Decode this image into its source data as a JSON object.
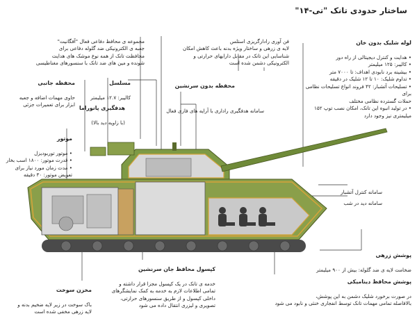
{
  "title": "ساختار حدودی تانک \"تی-۱۴\"",
  "colors": {
    "hull": "#8a9f4a",
    "hull_dark": "#5a6b2c",
    "turret": "#7e9a45",
    "capsule": "#c8c8c8",
    "armor_line": "#d6a43a",
    "crew": "#3a3a3a"
  },
  "callouts": {
    "turret": {
      "head": "لوله شلیک بدون خان",
      "body": "• هدایت و کنترل دیجیتالی از راه دور\n• کالیبر: ۱۲۵ میلیمتر\n• بیشینه برد نابودی اهداف: تا ۷۰۰۰ متر\n• تداوم شلیک: ۱۰ تا ۱۲ شلیک در دقیقه\n• تسلیحات آتشبار: ۴۲ فروند انواع تسلیحات نظامی برای\nحملات گسترده نظامی مختلف\n• در تولید انبوه این تانک، امکان نصب توپ ۱۵۲\nمیلیمتری نیز وجود دارد"
    },
    "radar": {
      "head": "",
      "body": "فن آوری رادارگریزی استلس\nلایه ی زرهی و ساختار ویژه بدنه باعث کاهش امکان\nشناسایی این تانک در مقابل دارایهای حرارتی و\nالکترونیکی دشمن شده است"
    },
    "afghanit": {
      "head": "",
      "body": "مجموعه ی محافظ دفاعی فعال \"آفگانیت\"\nجعبه ی الکترونیکی ضد گلوله دفاعی برای\nمحافظت تانک از همه نوع موشک های هدایت\nشونده و مین های ضد تانک با سنسورهای مغناطیسی"
    },
    "side_armor": {
      "head": "محفظه جانبی",
      "body": "حاوی مهمات اضافه و جعبه\nابزار برای تعمیرات جزئی"
    },
    "mg": {
      "head": "مسلسل",
      "body": "کالیبر: ۱۲.۷ میلیمتر"
    },
    "uninhabited": {
      "head": "محفظه بدون سرنشین",
      "body": ""
    },
    "panoramic": {
      "head": "هدفگیری پانوراما",
      "body": "(با زاویه دید بالا)"
    },
    "radar_sys": {
      "head": "",
      "body": "سامانه هدفگیری راداری با آرایه های فازی فعال"
    },
    "engine": {
      "head": "موتور",
      "body": "• موتور توربودیزل\n• قدرت موتور: ۱۸۰۰ اسب بخار\n• مدت زمان مورد نیاز برای\nتعویض موتور: ۳۰ دقیقه"
    },
    "fire_ctrl": {
      "head": "",
      "body": "سامانه کنترل آتشبار"
    },
    "night": {
      "head": "",
      "body": "سامانه دید در شب"
    },
    "hull_armor": {
      "head": "پوشش زرهی",
      "body": "ضخامت لایه ی ضد گلوله: بیش از ۹۰۰ میلیمتر"
    },
    "capsule": {
      "head": "کپسول محافظ جان سرنشین",
      "body": "خدمه ی تانک در یک کپسول مجزا قرار داشته و\nتمامی اطلاعات لازم به خدمه به کمک نمایشگرهای\nداخلی کپسول و از طریق سنسورهای حرارتی،\nتصویری و لیزری انتقال داده می شود"
    },
    "fuel": {
      "head": "مخزن سوخت",
      "body": "باک سوخت در زیر لایه ضخیم بدنه و\nلایه زرهی مخفی شده است"
    },
    "dynamic": {
      "head": "پوشش محافظ دینامیکی",
      "body": "در صورت برخورد شلیک دشمن به این پوشش،\nبالافاصله تمامی مهمات تانک توسط انفجاری خنثی و نابود می شود"
    }
  }
}
